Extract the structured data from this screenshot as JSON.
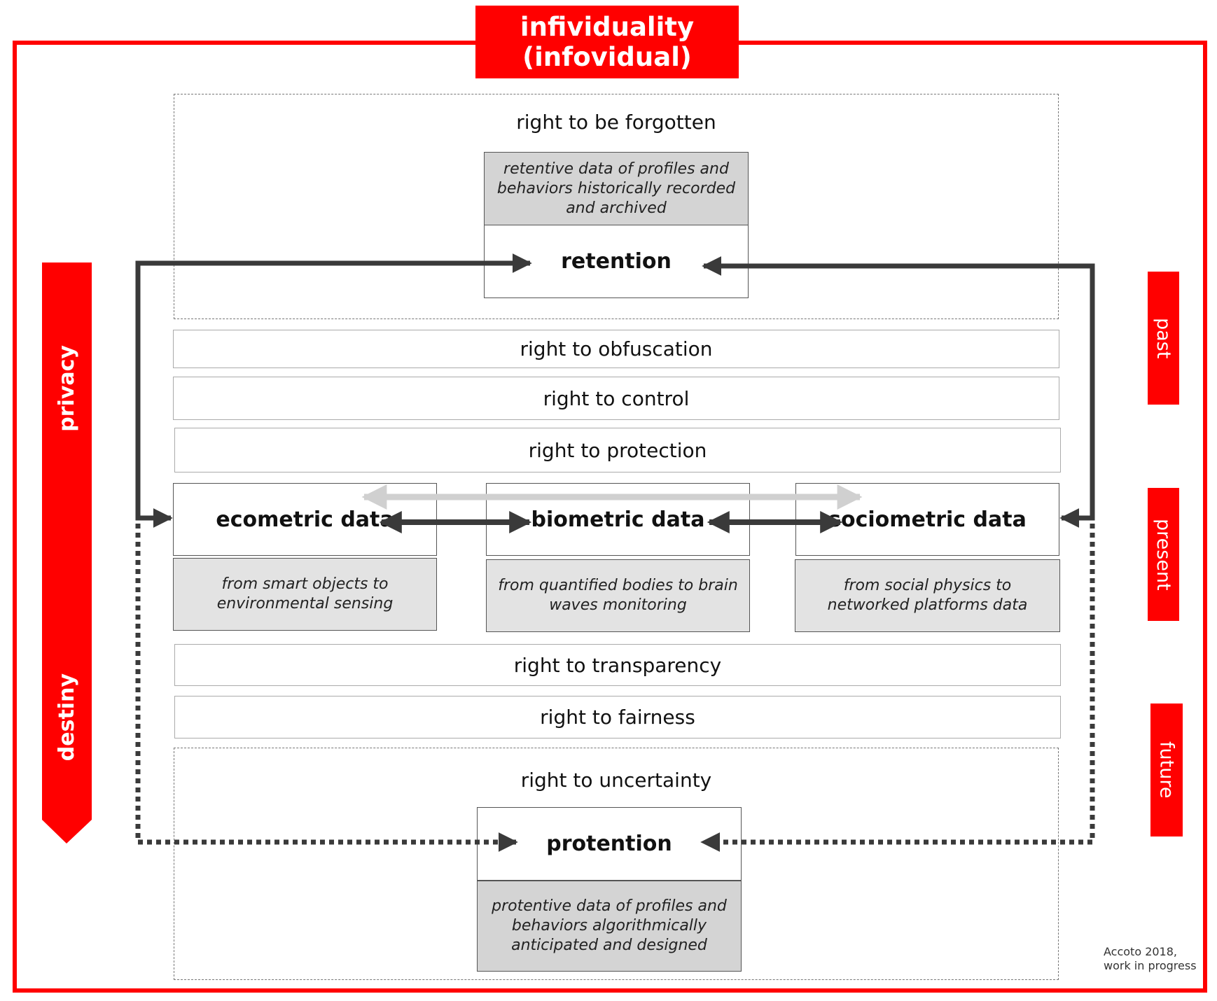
{
  "title": {
    "line1": "infividuality",
    "line2": "(infovidual)"
  },
  "left_bar": {
    "top_label": "privacy",
    "bottom_label": "destiny"
  },
  "time_tabs": [
    "past",
    "present",
    "future"
  ],
  "rights": {
    "forgotten": "right to be forgotten",
    "obfuscation": "right to obfuscation",
    "control": "right to control",
    "protection": "right to protection",
    "transparency": "right to transparency",
    "fairness": "right to fairness",
    "uncertainty": "right to uncertainty"
  },
  "retention": {
    "label": "retention",
    "description": "retentive data of profiles and behaviors historically recorded and archived"
  },
  "protention": {
    "label": "protention",
    "description": "protentive data of profiles and behaviors algorithmically anticipated and designed"
  },
  "data_types": [
    {
      "label": "ecometric data",
      "description": "from smart objects to environmental sensing"
    },
    {
      "label": "biometric data",
      "description": "from quantified bodies to brain waves monitoring"
    },
    {
      "label": "sociometric data",
      "description": "from social physics to networked platforms data"
    }
  ],
  "credit": {
    "line1": "Accoto 2018,",
    "line2": "work in progress"
  },
  "colors": {
    "accent": "#ff0000",
    "arrow": "#3a3a3a",
    "light_arrow": "#d0d0d0",
    "desc_fill": "#e3e3e3"
  }
}
